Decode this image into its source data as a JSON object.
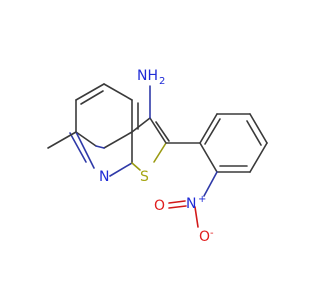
{
  "molecule": {
    "labels": {
      "amine": "NH",
      "amine_h_count": "2",
      "ring_nitrogen": "N",
      "sulfur": "S",
      "nitro_nitrogen": "N",
      "nitro_plus": "+",
      "nitro_oxygen_lower": "O",
      "nitro_minus": "-",
      "nitro_oxygen_left": "O"
    },
    "colors": {
      "carbon_bond": "#3a3a3a",
      "nitrogen": "#1f2bd6",
      "sulfur": "#a6a614",
      "oxygen": "#e01e1e",
      "background": "#ffffff"
    }
  }
}
